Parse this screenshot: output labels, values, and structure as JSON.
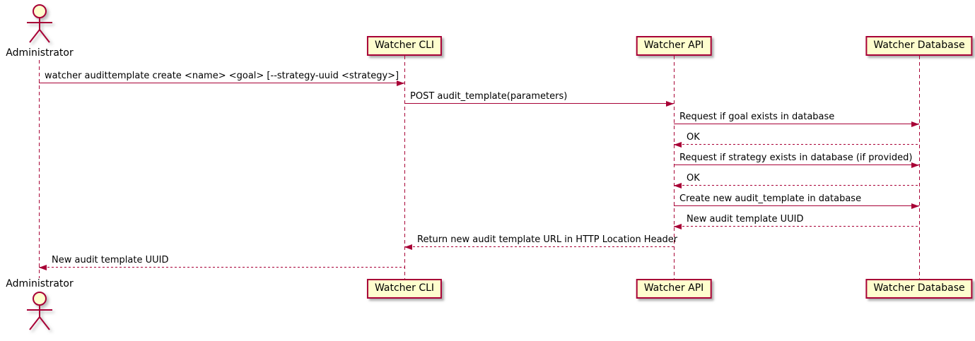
{
  "diagram": {
    "type": "sequence-diagram",
    "participants": [
      {
        "id": "administrator",
        "label": "Administrator",
        "kind": "actor"
      },
      {
        "id": "watcher-cli",
        "label": "Watcher CLI",
        "kind": "participant"
      },
      {
        "id": "watcher-api",
        "label": "Watcher API",
        "kind": "participant"
      },
      {
        "id": "watcher-db",
        "label": "Watcher Database",
        "kind": "participant"
      }
    ],
    "messages": [
      {
        "from": "administrator",
        "to": "watcher-cli",
        "text": "watcher audittemplate create <name> <goal> [--strategy-uuid <strategy>]",
        "line": "solid"
      },
      {
        "from": "watcher-cli",
        "to": "watcher-api",
        "text": "POST audit_template(parameters)",
        "line": "solid"
      },
      {
        "from": "watcher-api",
        "to": "watcher-db",
        "text": "Request if goal exists in database",
        "line": "solid"
      },
      {
        "from": "watcher-db",
        "to": "watcher-api",
        "text": "OK",
        "line": "dotted"
      },
      {
        "from": "watcher-api",
        "to": "watcher-db",
        "text": "Request if strategy exists in database (if provided)",
        "line": "solid"
      },
      {
        "from": "watcher-db",
        "to": "watcher-api",
        "text": "OK",
        "line": "dotted"
      },
      {
        "from": "watcher-api",
        "to": "watcher-db",
        "text": "Create new audit_template in database",
        "line": "solid"
      },
      {
        "from": "watcher-db",
        "to": "watcher-api",
        "text": "New audit template UUID",
        "line": "dotted"
      },
      {
        "from": "watcher-api",
        "to": "watcher-cli",
        "text": "Return new audit template URL in HTTP Location Header",
        "line": "dotted"
      },
      {
        "from": "watcher-cli",
        "to": "administrator",
        "text": "New audit template UUID",
        "line": "dotted"
      }
    ],
    "colors": {
      "accent": "#A80036",
      "fill": "#FEFECE",
      "text": "#000000"
    }
  }
}
